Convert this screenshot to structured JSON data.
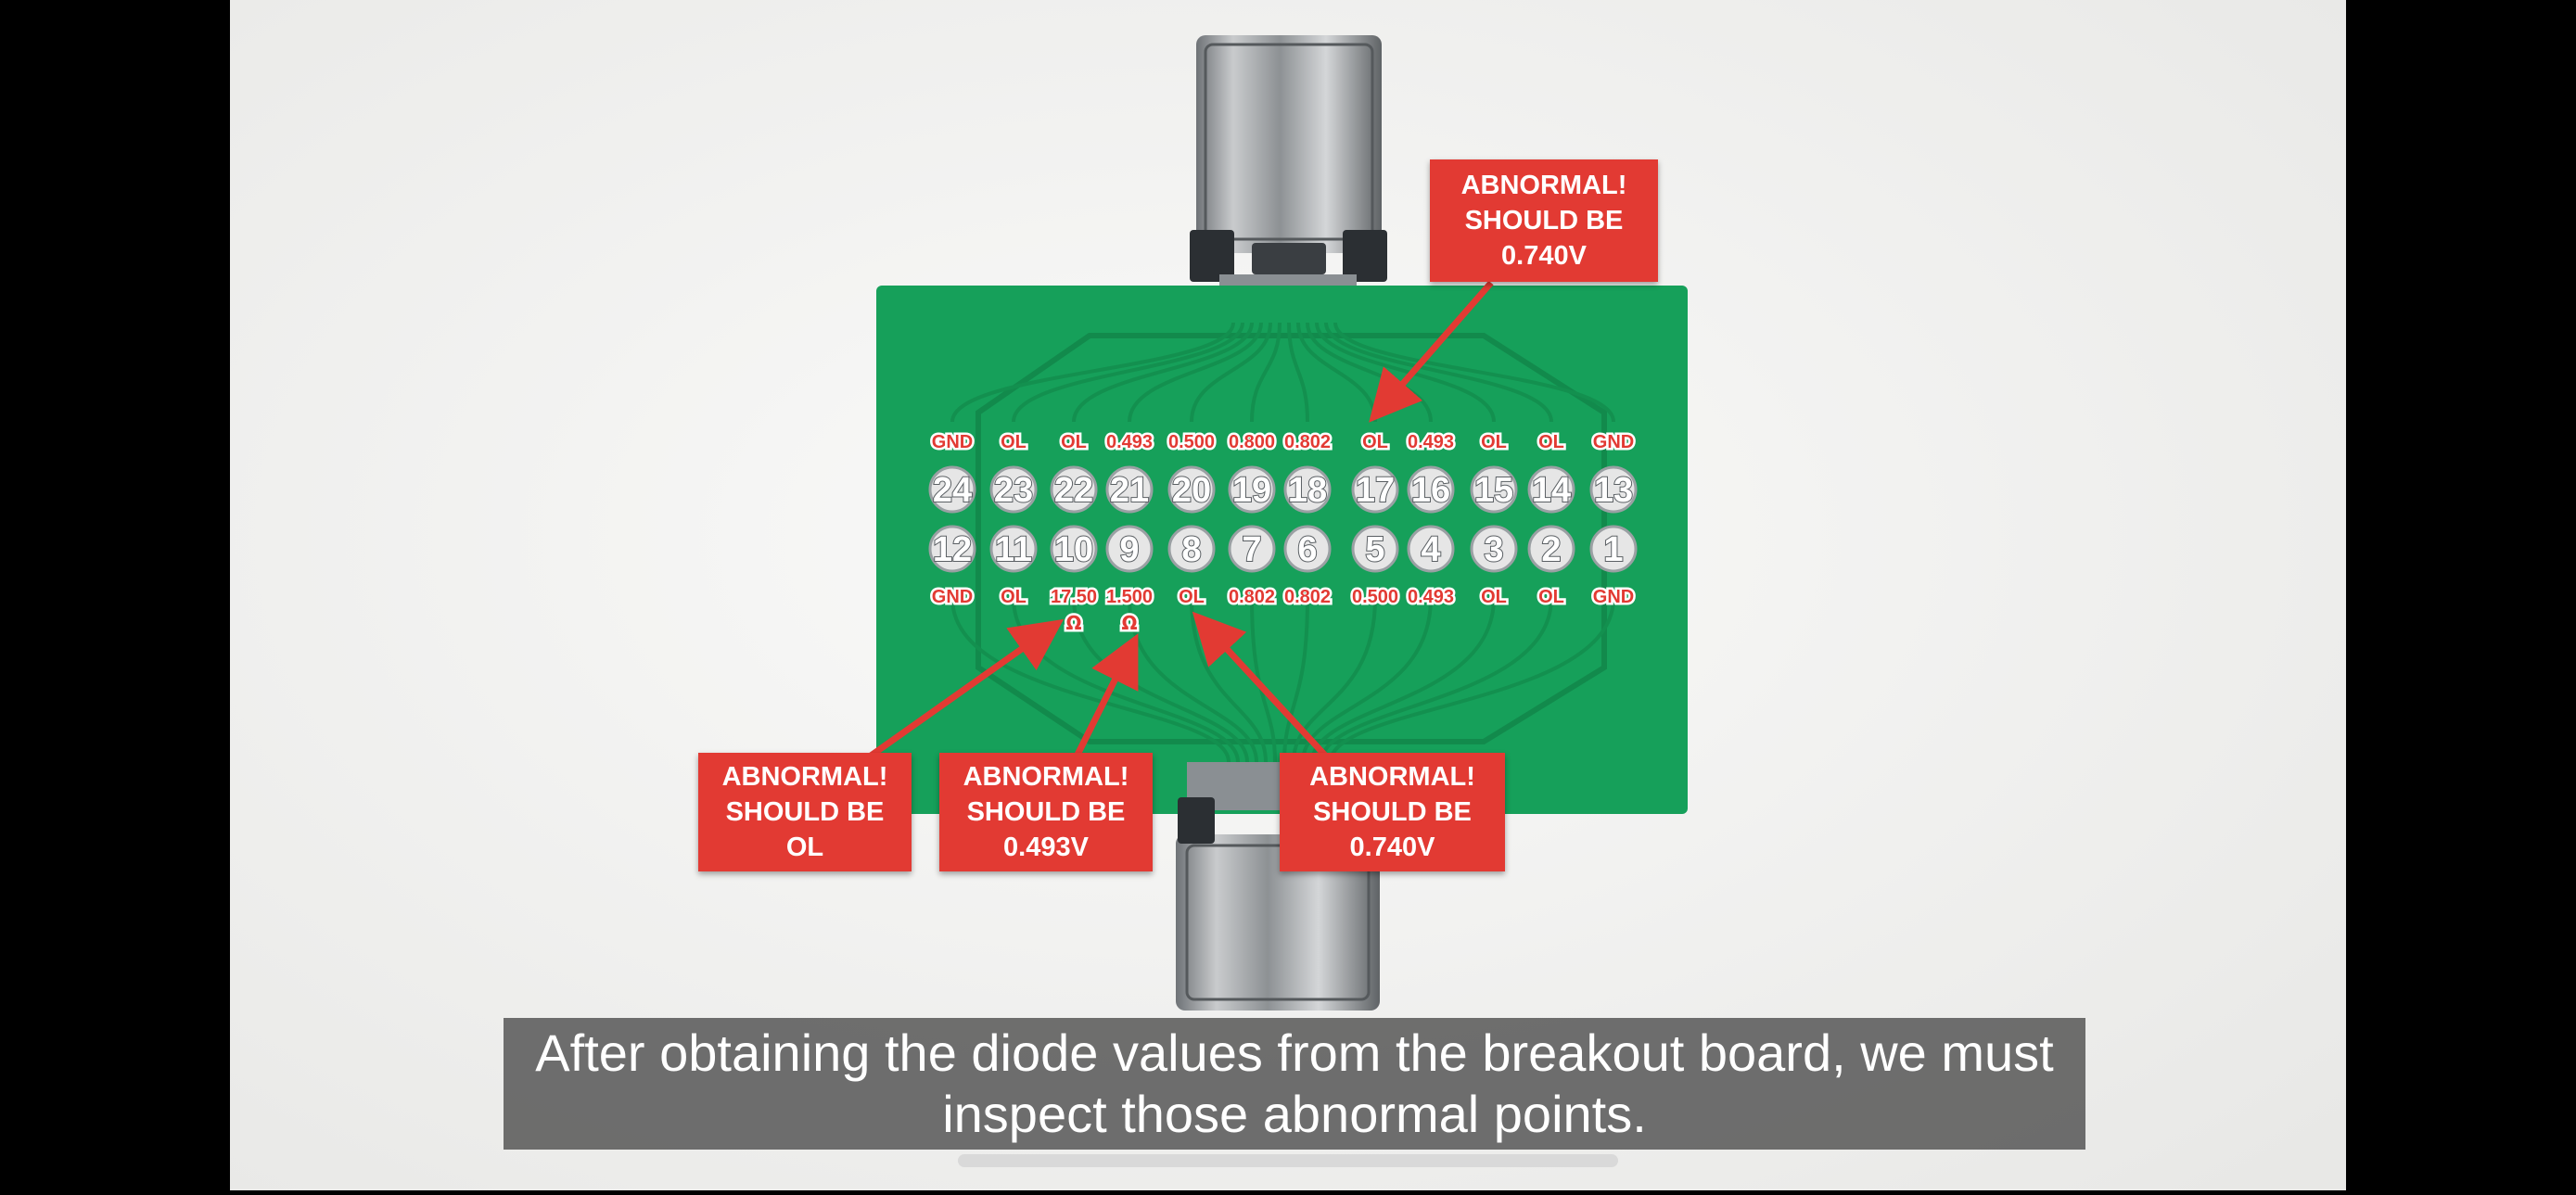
{
  "board": {
    "top_values": [
      "GND",
      "OL",
      "OL",
      "0.493",
      "0.500",
      "0.800",
      "0.802",
      "OL",
      "0.493",
      "OL",
      "OL",
      "GND"
    ],
    "top_pins": [
      "24",
      "23",
      "22",
      "21",
      "20",
      "19",
      "18",
      "17",
      "16",
      "15",
      "14",
      "13"
    ],
    "bottom_pins": [
      "12",
      "11",
      "10",
      "9",
      "8",
      "7",
      "6",
      "5",
      "4",
      "3",
      "2",
      "1"
    ],
    "bottom_values": [
      "GND",
      "OL",
      "17.50",
      "1.500",
      "OL",
      "0.802",
      "0.802",
      "0.500",
      "0.493",
      "OL",
      "OL",
      "GND"
    ],
    "ohm_unit": "Ω"
  },
  "annotations": [
    {
      "id": "top",
      "lines": [
        "ABNORMAL!",
        "SHOULD BE",
        "0.740V"
      ]
    },
    {
      "id": "left",
      "lines": [
        "ABNORMAL!",
        "SHOULD BE",
        "OL"
      ]
    },
    {
      "id": "mid",
      "lines": [
        "ABNORMAL!",
        "SHOULD BE",
        "0.493V"
      ]
    },
    {
      "id": "right",
      "lines": [
        "ABNORMAL!",
        "SHOULD BE",
        "0.740V"
      ]
    }
  ],
  "caption": {
    "line1": "After obtaining the diode values from the breakout board, we must",
    "line2": "inspect those abnormal points."
  },
  "colors": {
    "pcb": "#16a05a",
    "label_red": "#e23a33",
    "background": "#f2f2f0"
  }
}
